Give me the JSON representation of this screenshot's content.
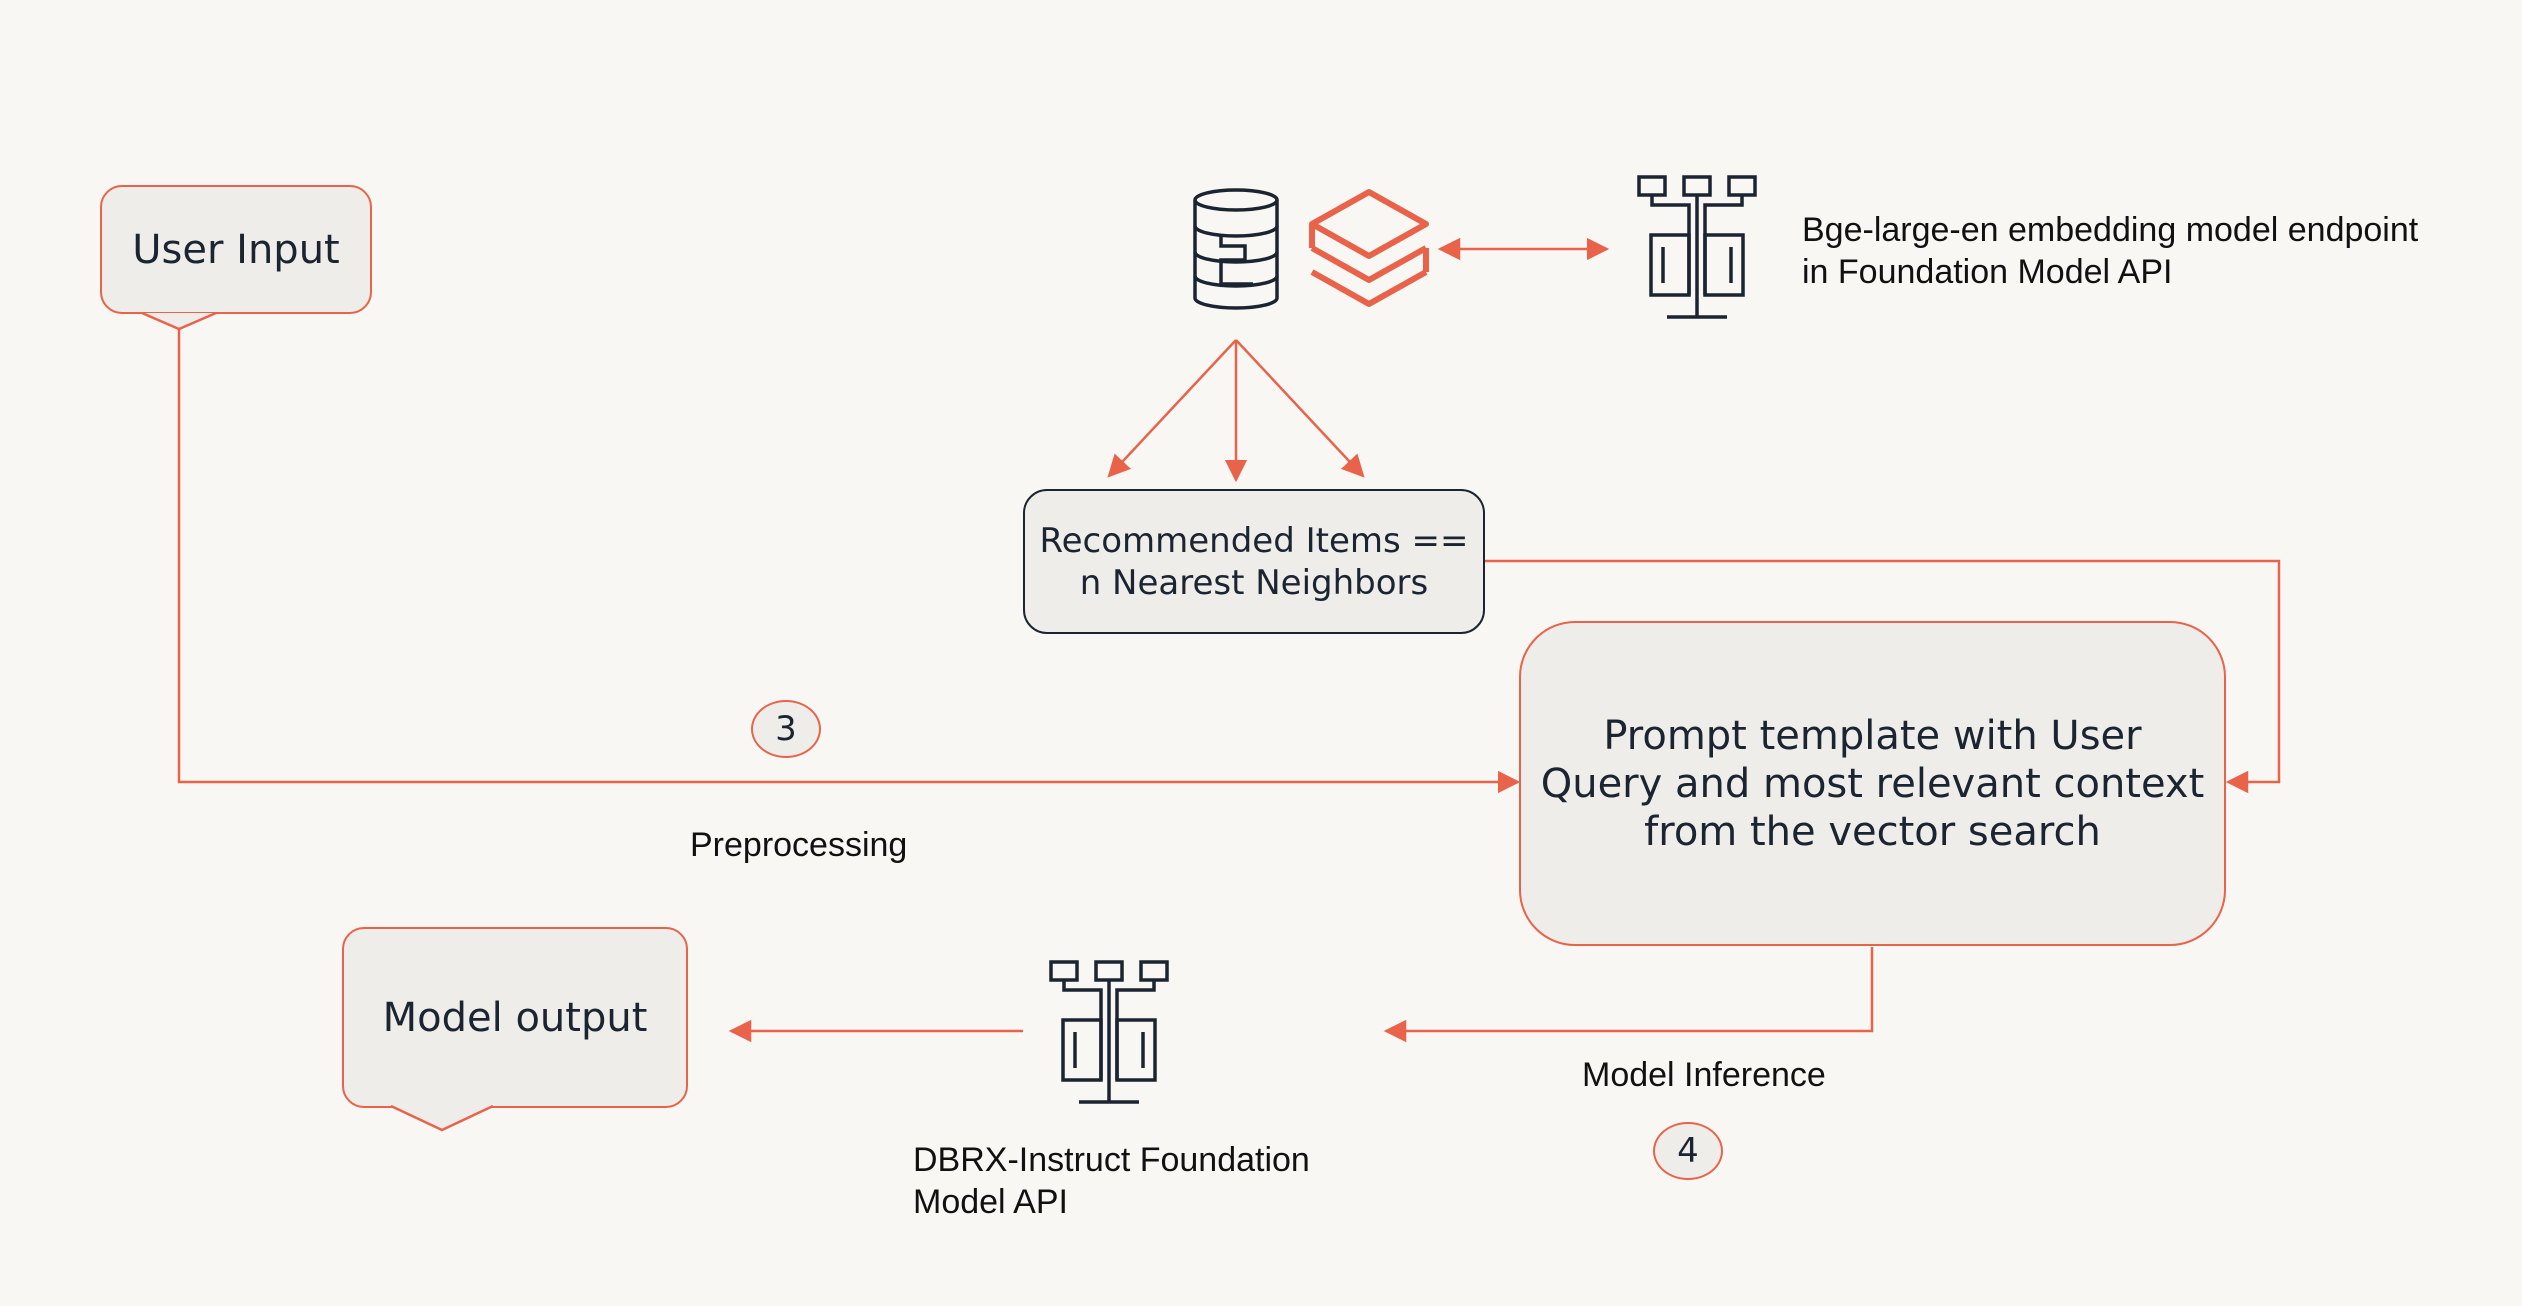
{
  "nodes": {
    "user_input": "User Input",
    "model_output": "Model output",
    "neighbors": [
      "Recommended Items ==",
      "n Nearest Neighbors"
    ],
    "prompt": [
      "Prompt template with User",
      "Query and most relevant context",
      "from the vector search"
    ]
  },
  "labels": {
    "embedding": [
      "Bge-large-en embedding model endpoint",
      "in Foundation Model API"
    ],
    "preprocessing": "Preprocessing",
    "inference": "Model Inference",
    "dbrx": [
      "DBRX-Instruct Foundation",
      "Model API"
    ]
  },
  "steps": {
    "preprocessing_step": "3",
    "inference_step": "4"
  },
  "icons": {
    "vector_db": "database-icon",
    "databricks": "databricks-layers-icon",
    "embedding_model": "model-serving-icon",
    "dbrx_model": "model-serving-icon"
  },
  "colors": {
    "accent": "#e8634a",
    "ink": "#1b2431",
    "box_fill": "#efedea",
    "background": "#f9f7f4"
  }
}
